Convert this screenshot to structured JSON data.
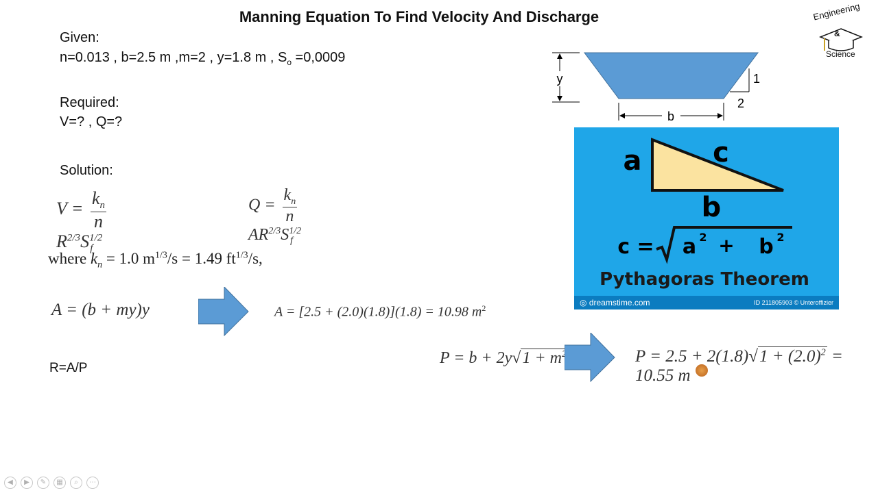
{
  "slide": {
    "title": "Manning Equation To Find Velocity And Discharge",
    "given_label": "Given:",
    "given_values": "n=0.013 , b=2.5 m ,m=2 , y=1.8 m , S",
    "given_sub": "o",
    "given_tail": " =0,0009",
    "required_label": "Required:",
    "required_values": "V=? , Q=?",
    "solution_label": "Solution:",
    "r_formula": "R=A/P"
  },
  "equations": {
    "v_lhs": "V =",
    "kn": "k",
    "kn_sub": "n",
    "n": "n",
    "v_rhs": "R",
    "exp_23": "2/3",
    "s": "S",
    "exp_12": "1/2",
    "s_sub": "f",
    "q_lhs": "Q =",
    "q_ar": "AR",
    "where_a": "where ",
    "where_b": " = 1.0 m",
    "exp_13": "1/3",
    "where_c": "/s = 1.49 ft",
    "where_d": "/s,",
    "area_formula": "A = (b + my)y",
    "area_calc": "A = [2.5 + (2.0)(1.8)](1.8) = 10.98 m",
    "area_exp": "2",
    "p_formula_a": "P = b + 2y",
    "p_formula_rad": "1 + m",
    "p_calc_a": "P = 2.5 + 2(1.8)",
    "p_calc_rad": "1 + (2.0)",
    "p_calc_b": " = 10.55 m"
  },
  "channel_diagram": {
    "depth_label": "y",
    "width_label": "b",
    "slope_v": "1",
    "slope_h": "2",
    "fill_color": "#5b9bd5"
  },
  "pythagoras_image": {
    "a": "a",
    "b": "b",
    "c": "c",
    "formula_c": "c =",
    "formula_a": "a",
    "formula_plus": "+",
    "formula_b": "b",
    "formula_exp": "2",
    "caption": "Pythagoras Theorem",
    "source": "dreamstime.com",
    "id_text": "ID 211805903 © Unteroffizier",
    "bg_color": "#1fa6e8",
    "triangle_color": "#fbe3a0"
  },
  "logo": {
    "line1": "Engineering",
    "line2": "&",
    "line3": "Science"
  },
  "arrows": {
    "color": "#5b9bd5"
  },
  "nav_icons": [
    "prev-icon",
    "next-icon",
    "pen-icon",
    "slides-icon",
    "zoom-icon",
    "more-icon"
  ]
}
